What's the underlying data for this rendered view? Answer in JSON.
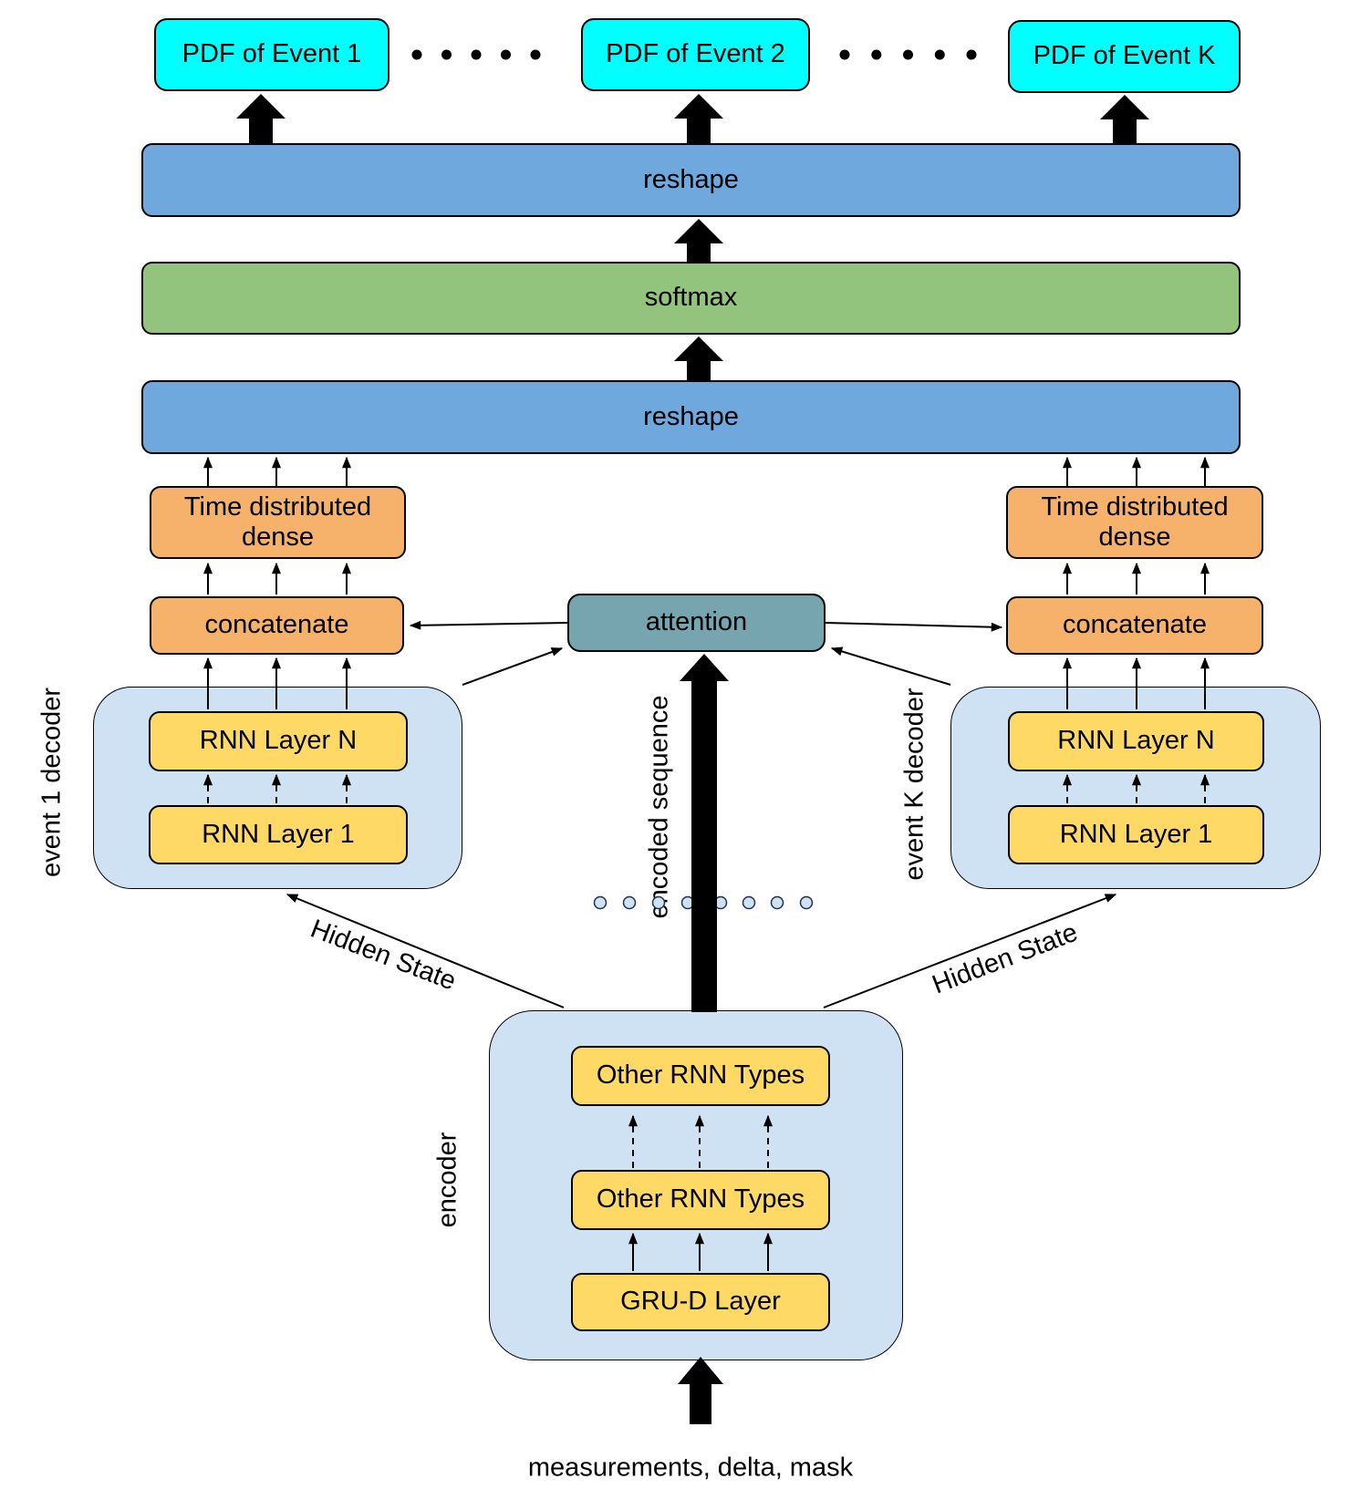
{
  "outputs": {
    "event1": "PDF of Event 1",
    "event2": "PDF of Event 2",
    "eventK": "PDF of Event K"
  },
  "bars": {
    "reshape_top": "reshape",
    "softmax": "softmax",
    "reshape_bottom": "reshape"
  },
  "attention": {
    "label": "attention"
  },
  "left_decoder": {
    "side_label": "event 1 decoder",
    "tdd": "Time distributed dense",
    "concat": "concatenate",
    "rnn_n": "RNN Layer N",
    "rnn_1": "RNN Layer 1"
  },
  "right_decoder": {
    "side_label": "event K decoder",
    "tdd": "Time distributed dense",
    "concat": "concatenate",
    "rnn_n": "RNN Layer N",
    "rnn_1": "RNN Layer 1"
  },
  "encoder": {
    "side_label": "encoder",
    "rnn_top": "Other RNN Types",
    "rnn_mid": "Other RNN Types",
    "gru_d": "GRU-D Layer"
  },
  "annotations": {
    "encoded_sequence": "encoded sequence",
    "hidden_state_left": "Hidden State",
    "hidden_state_right": "Hidden State",
    "input_label": "measurements, delta, mask"
  },
  "colors": {
    "cyan": "#00ffff",
    "blue": "#6fa8dc",
    "green": "#93c47d",
    "orange": "#f6b26b",
    "teal": "#76a5af",
    "yellow": "#ffd966",
    "container": "#cfe2f3",
    "ink": "#000000",
    "dotstroke": "#1f3050"
  }
}
